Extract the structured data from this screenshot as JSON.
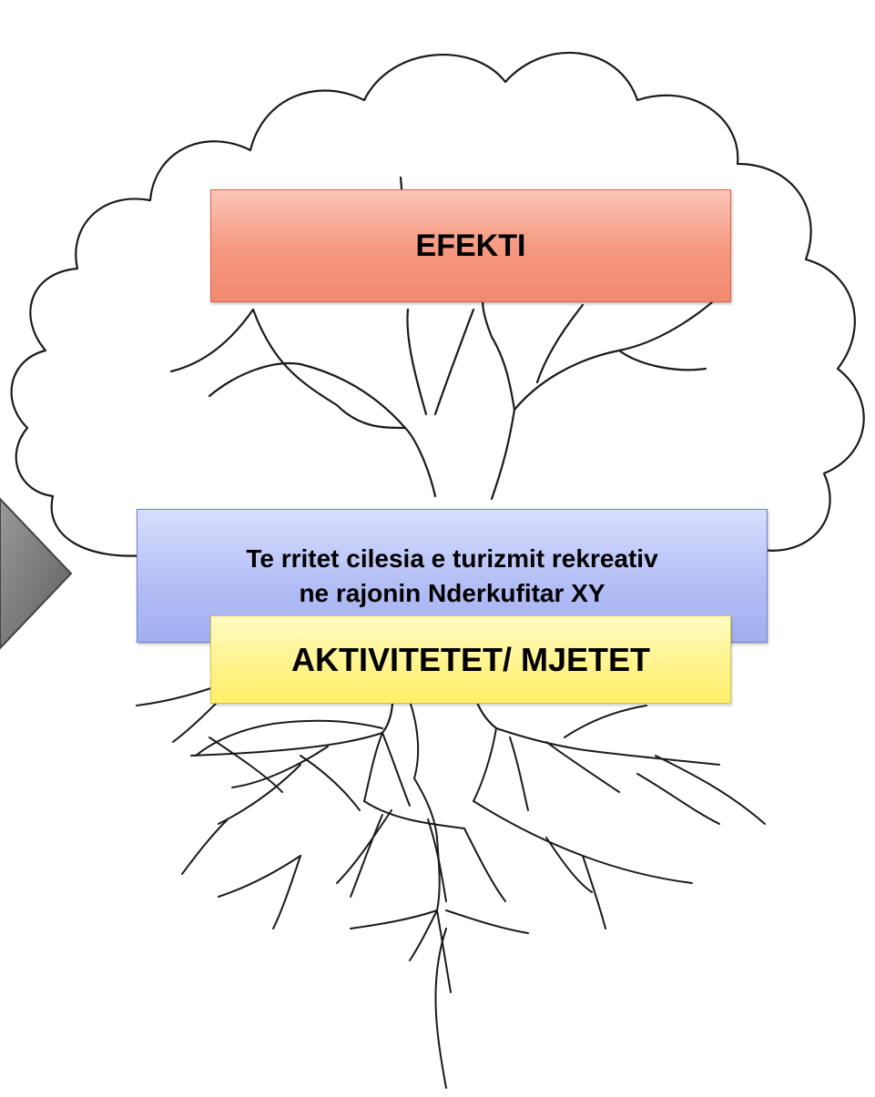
{
  "diagram": {
    "effect_label": "EFEKTI",
    "goal_line1": "Te rritet cilesia e turizmit rekreativ",
    "goal_line2": "ne rajonin Nderkufitar XY",
    "activities_label": "AKTIVITETET/ MJETET"
  },
  "colors": {
    "effect_fill": "#f5977f",
    "goal_fill": "#b4bff6",
    "activities_fill": "#fff48e",
    "arrow_fill": "#7a7a7a",
    "tree_stroke": "#1a1a1a"
  },
  "icons": {
    "tree": "tree-outline-icon",
    "arrow": "chevron-right-arrow-icon"
  }
}
